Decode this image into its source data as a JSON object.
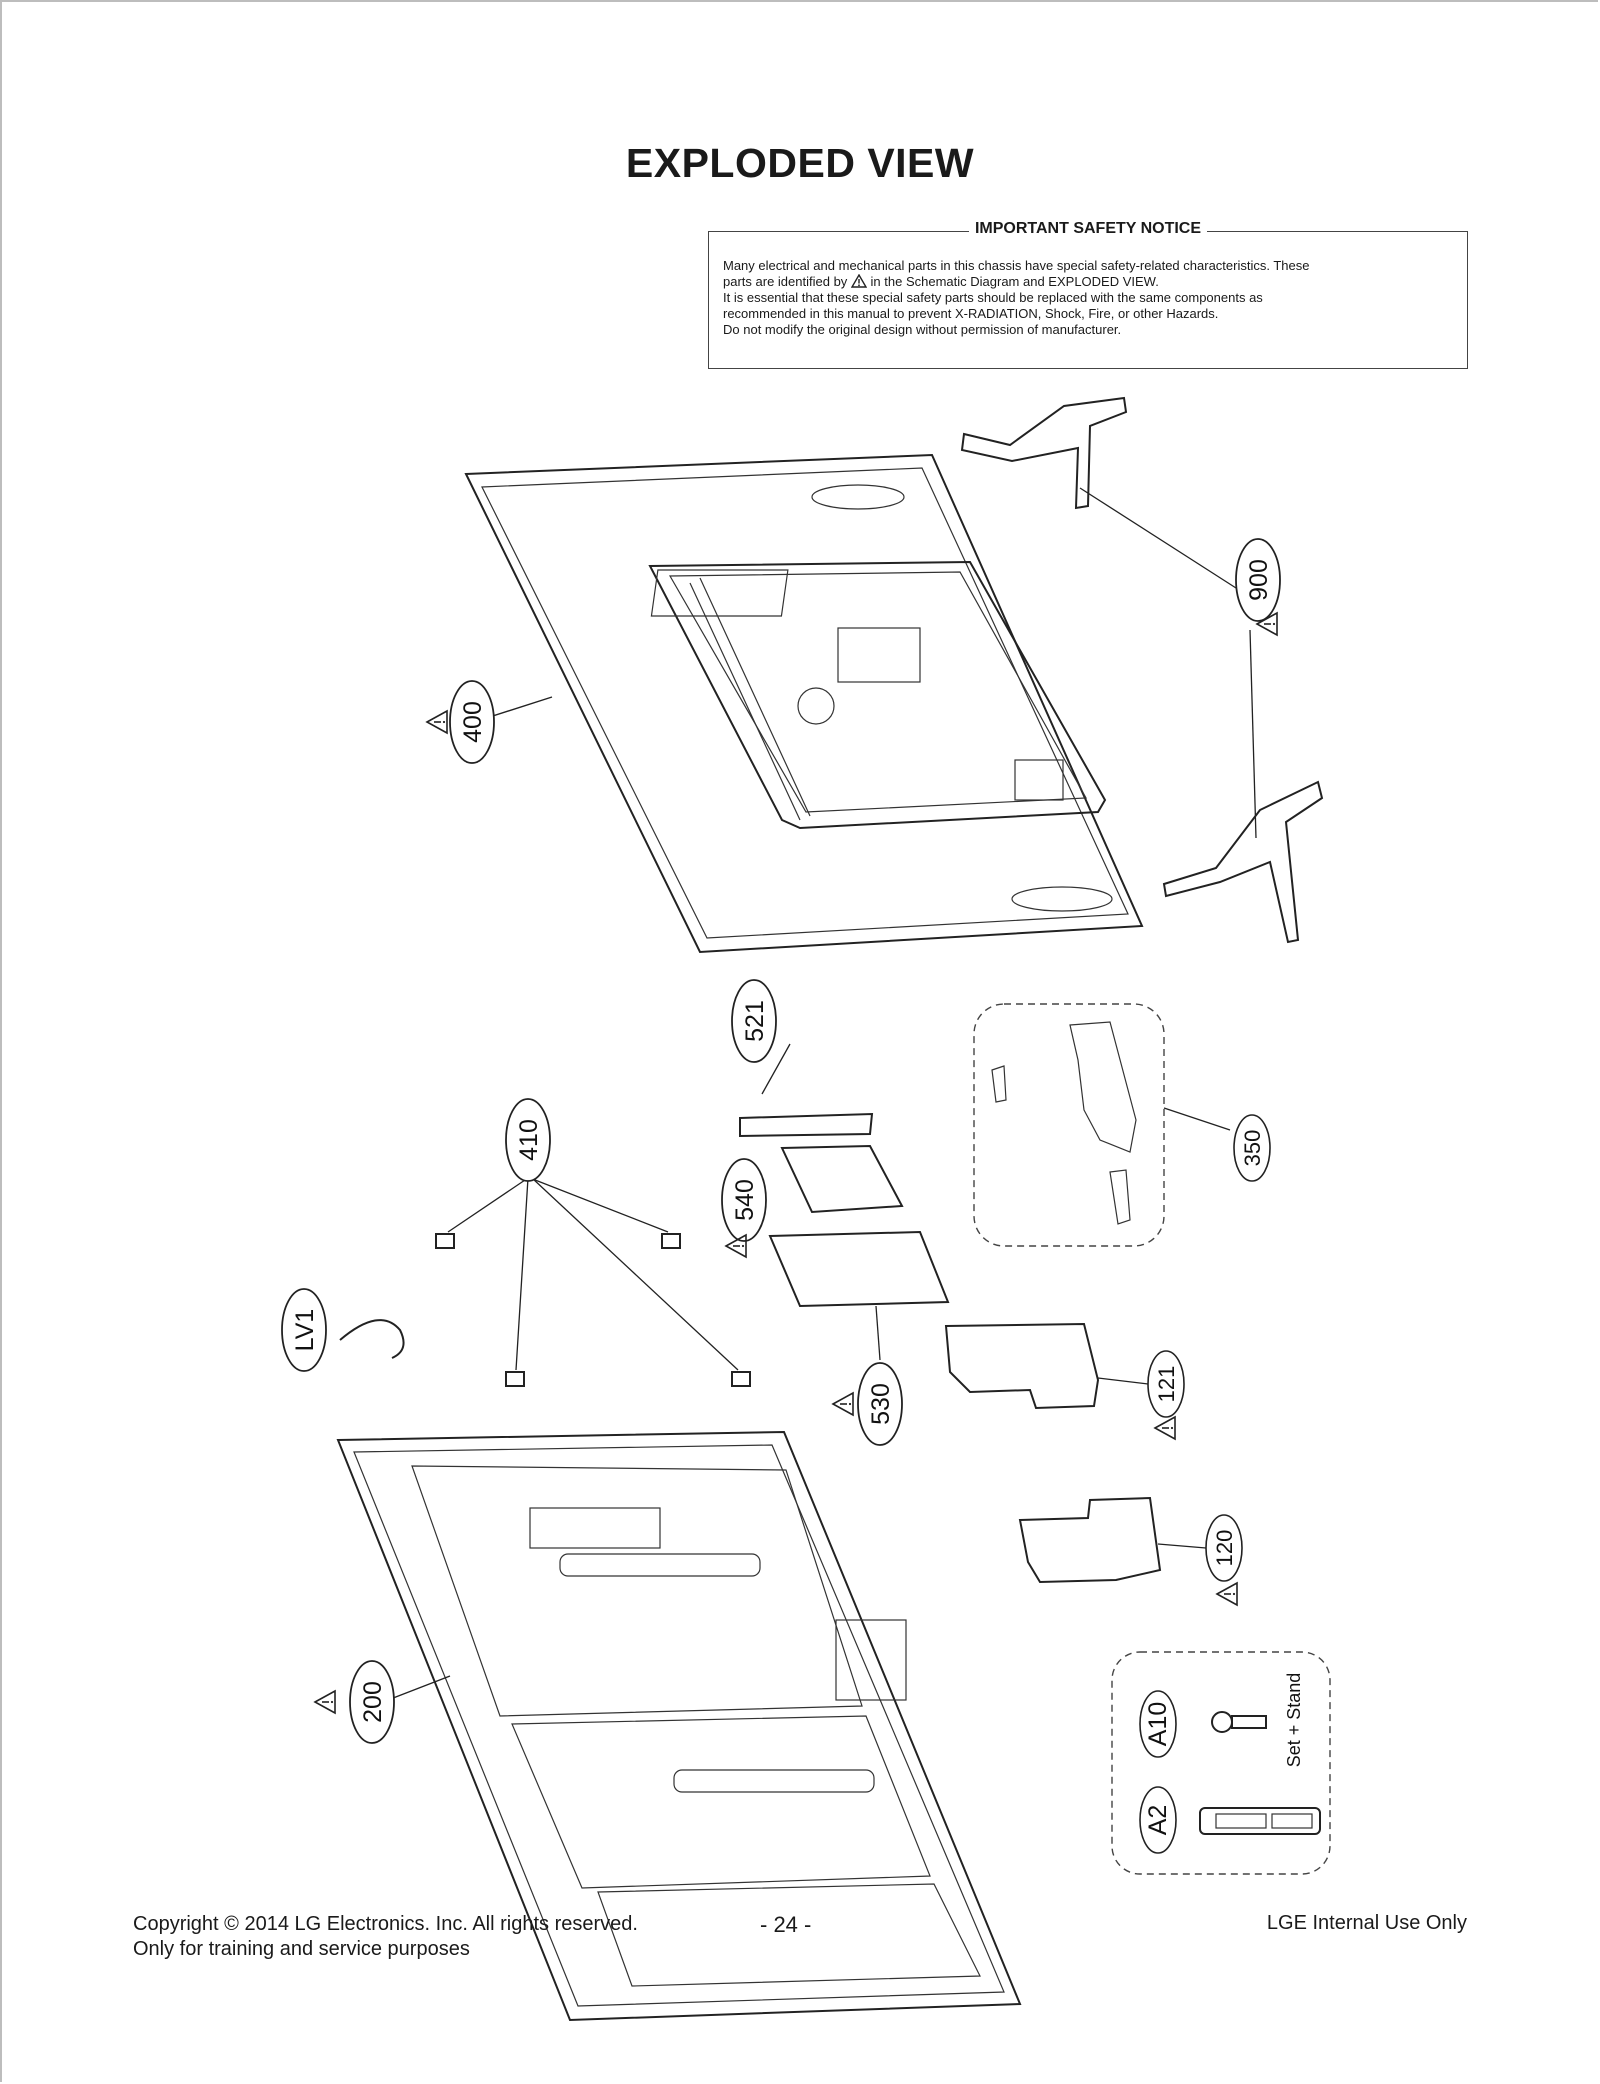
{
  "page": {
    "title": "EXPLODED VIEW"
  },
  "safety_notice": {
    "heading": "IMPORTANT SAFETY NOTICE",
    "line1": "Many electrical and mechanical parts in this chassis have special safety-related characteristics. These",
    "line2_pre": "parts are identified by",
    "line2_post": "in the Schematic Diagram and EXPLODED VIEW.",
    "line3": "It is essential that these special safety parts should be replaced with the same components as",
    "line4": "recommended in this manual to prevent X-RADIATION, Shock, Fire, or other Hazards.",
    "line5": "Do not modify the original design without permission of manufacturer."
  },
  "parts": {
    "p400": "400",
    "p900": "900",
    "p521": "521",
    "p410": "410",
    "p350": "350",
    "p540": "540",
    "plv1": "LV1",
    "p530": "530",
    "p121": "121",
    "p120": "120",
    "p200": "200",
    "pa10": "A10",
    "pa2": "A2",
    "set_stand": "Set + Stand"
  },
  "footer": {
    "copyright_line1": "Copyright  © 2014 LG Electronics. Inc. All rights reserved.",
    "copyright_line2": "Only for training and service purposes",
    "page_number": "- 24 -",
    "internal": "LGE Internal Use Only"
  }
}
